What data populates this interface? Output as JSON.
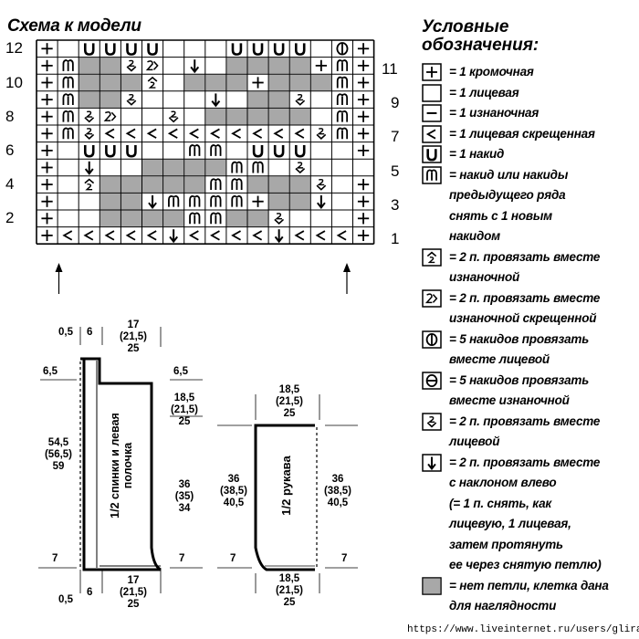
{
  "chart_title": "Схема к модели",
  "left_row_numbers": [
    "12",
    "10",
    "8",
    "6",
    "4",
    "2"
  ],
  "right_row_numbers": [
    "11",
    "9",
    "7",
    "5",
    "3",
    "1"
  ],
  "grid": {
    "rows": [
      "+-UUUU---UUUU-O+",
      "+m==~2-v-====+m+",
      "+m===^-===+===m+",
      "+m==~---v-==~-m+",
      "+m~2--~-=====-m+",
      "+m~<<<<<<<<<<~m+",
      "+-UUU--mm-UUU--+",
      "+-v--====mm-~---+",
      "+-^=====mm===~-+",
      "+--==vmmmm+==v-+",
      "+--====mm==~---+",
      "+<<<<<v<<<<v<<<+"
    ]
  },
  "legend": {
    "title_line1": "Условные",
    "title_line2": "обозначения:",
    "items": [
      {
        "sym": "+",
        "lines": [
          "= 1 кромочная"
        ]
      },
      {
        "sym": "-",
        "lines": [
          "= 1 лицевая"
        ]
      },
      {
        "sym": "bar",
        "lines": [
          "= 1 изнаночная"
        ]
      },
      {
        "sym": "<",
        "lines": [
          "= 1 лицевая скрещенная"
        ]
      },
      {
        "sym": "U",
        "lines": [
          "= 1 накид"
        ]
      },
      {
        "sym": "m",
        "lines": [
          "= накид или накиды",
          "предыдущего ряда",
          "снять с 1 новым",
          "накидом"
        ]
      },
      {
        "sym": "^",
        "lines": [
          "= 2 п. провязать вместе",
          "изнаночной"
        ]
      },
      {
        "sym": "2",
        "lines": [
          "= 2 п. провязать вместе",
          "изнаночной скрещенной"
        ]
      },
      {
        "sym": "O",
        "lines": [
          "= 5 накидов провязать",
          "вместе лицевой"
        ]
      },
      {
        "sym": "Q",
        "lines": [
          "= 5 накидов провязать",
          "вместе изнаночной"
        ]
      },
      {
        "sym": "~",
        "lines": [
          "= 2 п. провязать вместе",
          "лицевой"
        ]
      },
      {
        "sym": "v",
        "lines": [
          "= 2 п. провязать вместе",
          "с наклоном влево",
          "(= 1 п. снять, как",
          "лицевую, 1 лицевая,",
          "затем протянуть",
          "ее через снятую петлю)"
        ]
      },
      {
        "sym": "=",
        "lines": [
          "= нет петли, клетка дана",
          "для наглядности"
        ]
      }
    ]
  },
  "back": {
    "label_line1": "1/2 спинки и левая",
    "label_line2": "полочка",
    "top_left_a": "0,5",
    "top_left_b": "6",
    "top_width": [
      "17",
      "(21,5)",
      "25"
    ],
    "left_65": "6,5",
    "right_65": "6,5",
    "left_height": [
      "54,5",
      "(56,5)",
      "59"
    ],
    "right_upper": [
      "18,5",
      "(21,5)",
      "25"
    ],
    "right_lower": [
      "36",
      "(35)",
      "34"
    ],
    "left_7": "7",
    "right_7": "7",
    "bottom_left_a": "0,5",
    "bottom_left_b": "6",
    "bottom_width": [
      "17",
      "(21,5)",
      "25"
    ]
  },
  "sleeve": {
    "label": "1/2 рукава",
    "top_width": [
      "18,5",
      "(21,5)",
      "25"
    ],
    "left_height": [
      "36",
      "(38,5)",
      "40,5"
    ],
    "right_height": [
      "36",
      "(38,5)",
      "40,5"
    ],
    "left_7": "7",
    "right_7": "7",
    "bottom_width": [
      "18,5",
      "(21,5)",
      "25"
    ]
  },
  "footer": "https://www.liveinternet.ru/users/glira/"
}
